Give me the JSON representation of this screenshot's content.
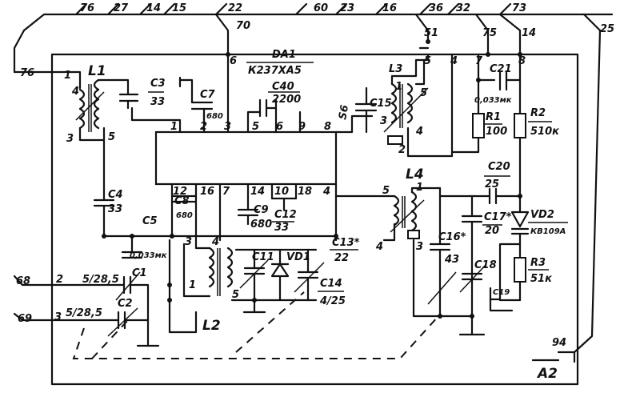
{
  "top_pins": [
    "76",
    "27",
    "14",
    "15",
    "22",
    "60",
    "23",
    "16",
    "36",
    "32",
    "73"
  ],
  "wire_numbers": {
    "w70": "70",
    "w51": "51",
    "w75": "75",
    "w14": "14",
    "w25": "25",
    "w76": "76",
    "w68": "68",
    "w69": "69",
    "w94": "94"
  },
  "module": "A2",
  "ic": {
    "name": "DA1",
    "type": "К237ХА5"
  },
  "pins": {
    "p6": "6",
    "p1": "1",
    "p2": "2",
    "p3": "3",
    "p5": "5",
    "p6b": "6",
    "p9": "9",
    "p8": "8",
    "p14": "14",
    "p10": "10",
    "p18": "18",
    "p4": "4",
    "p7": "7",
    "p16": "16",
    "p12": "12"
  },
  "terminals": {
    "t5": "5",
    "t4": "4",
    "t7": "7",
    "t8": "8",
    "t2": "2",
    "t3": "3",
    "t1": "1"
  },
  "components": {
    "L1": "L1",
    "L2": "L2",
    "L3": "L3",
    "L4": "L4",
    "C3": "C3",
    "C3v": "33",
    "C7": "C7",
    "C7v": "680",
    "C40": "C40",
    "C40v": "2200",
    "C15": "C15",
    "C21": "C21",
    "C21v": "0,033мк",
    "R1": "R1",
    "R1v": "100",
    "R2": "R2",
    "R2v": "510к",
    "C20": "C20",
    "C20v": "25",
    "C4": "C4",
    "C4v": "33",
    "C5": "C5",
    "C5v": "0,033мк",
    "C8": "C8",
    "C8v": "680",
    "C9": "C9",
    "C9v": "680",
    "C12": "C12",
    "C12v": "33",
    "C13": "C13*",
    "C13v": "22",
    "C17": "C17*",
    "C17v": "20",
    "VD2": "VD2",
    "VD2v": "КВ109А",
    "C16": "C16*",
    "C16v": "43",
    "C18": "C18",
    "C19": "C19",
    "R3": "R3",
    "R3v": "51к",
    "C1": "C1",
    "C1v": "5/28,5",
    "C2": "C2",
    "C2v": "5/28,5",
    "C11": "C11",
    "VD1": "VD1",
    "C14": "C14",
    "C14v": "4/25",
    "S6": "S6"
  }
}
